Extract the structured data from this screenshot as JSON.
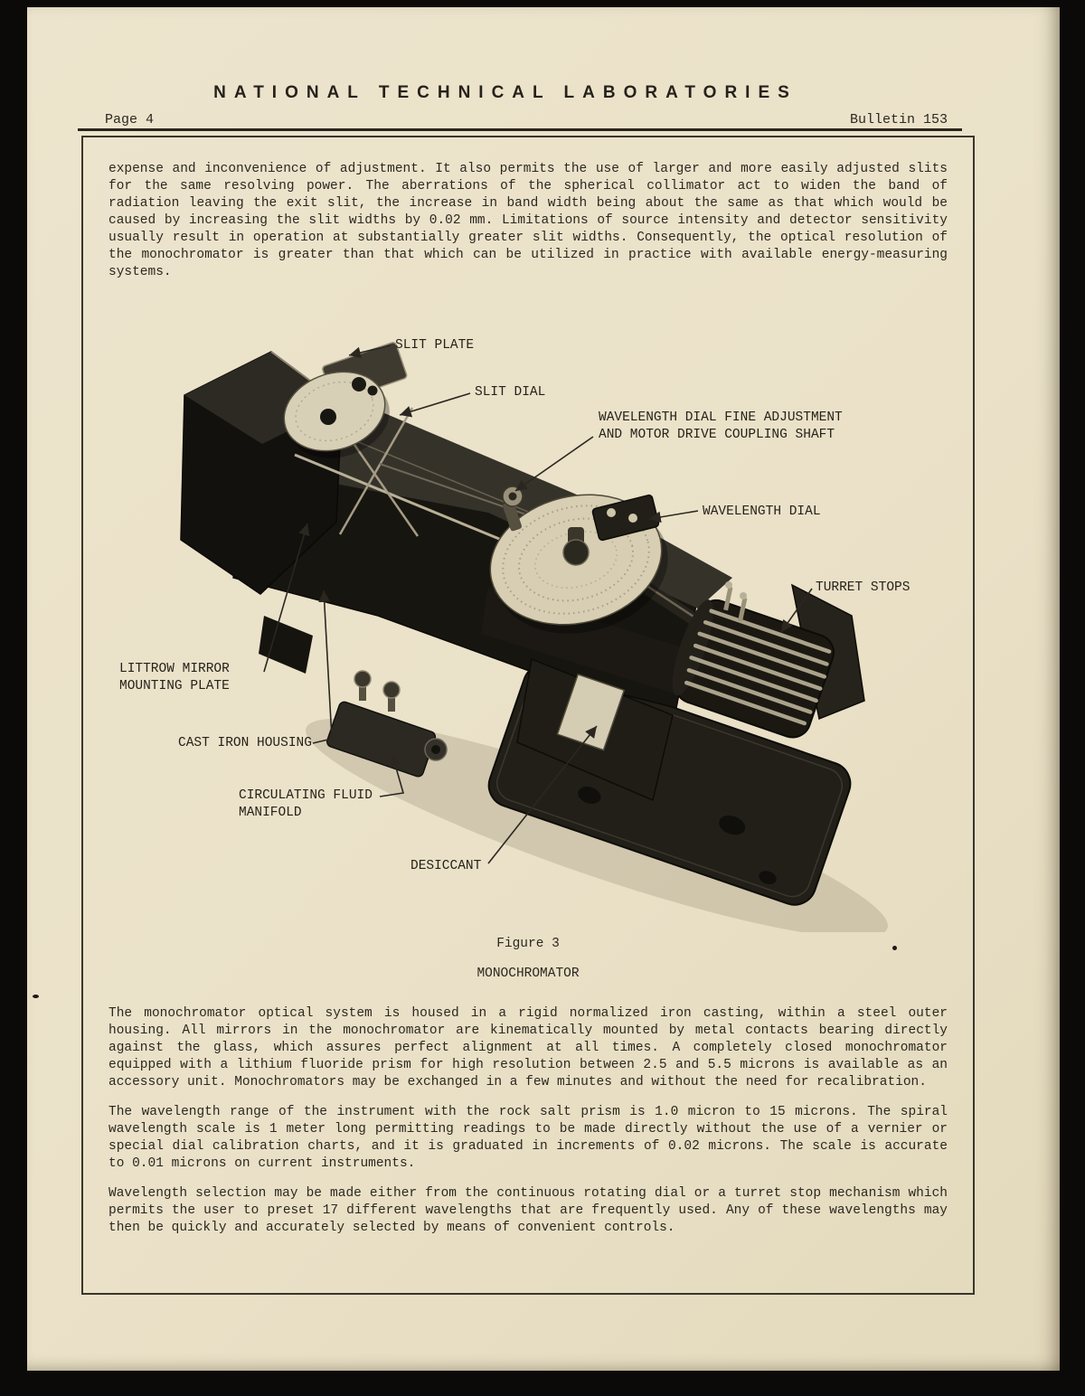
{
  "header": {
    "organization": "NATIONAL TECHNICAL LABORATORIES",
    "page_label": "Page 4",
    "bulletin_label": "Bulletin 153"
  },
  "paragraphs": [
    "expense and inconvenience of adjustment.  It also permits the use of larger and more easily adjusted slits for the same resolving power.  The aberrations of the spherical collimator act to widen the band of radiation leaving the exit slit, the increase in band width being about the same as that which would be caused by increasing the slit widths by 0.02 mm.  Limitations of source intensity and detector sensitivity usually result in operation at substantially greater slit widths.  Consequently, the optical resolution of the monochromator is greater than that which can be utilized in practice with available energy-measuring systems.",
    "The monochromator optical system is housed in a rigid normalized iron casting, within a steel outer housing.  All mirrors in the monochromator are kinematically mounted by metal contacts bearing directly against the glass, which assures perfect alignment at all times.  A completely closed monochromator equipped with a lithium fluoride prism for high resolution between 2.5 and 5.5 microns is available as an accessory unit.  Monochromators may be exchanged in a few minutes and without the need for recalibration.",
    "The wavelength range of the instrument with the rock salt prism is 1.0 micron to 15 microns.  The spiral wavelength scale is 1 meter long permitting readings to be made directly without the use of a vernier or special dial calibration charts, and it is graduated in increments of 0.02 microns.  The scale is accurate to 0.01 microns on current instruments.",
    "Wavelength selection may be made either from the continuous rotating dial or a turret stop mechanism which permits the user to preset 17 different wavelengths that are frequently used.  Any of these wavelengths may then be quickly and accurately selected by means of convenient controls."
  ],
  "figure": {
    "caption": "Figure 3",
    "title": "MONOCHROMATOR",
    "labels": [
      "SLIT PLATE",
      "SLIT DIAL",
      "WAVELENGTH DIAL FINE ADJUSTMENT\nAND MOTOR DRIVE COUPLING SHAFT",
      "WAVELENGTH DIAL",
      "TURRET STOPS",
      "LITTROW MIRROR\nMOUNTING PLATE",
      "CAST IRON HOUSING",
      "CIRCULATING FLUID\nMANIFOLD",
      "DESICCANT"
    ]
  },
  "colors": {
    "paper": "#eae1c8",
    "ink": "#2c2820"
  }
}
